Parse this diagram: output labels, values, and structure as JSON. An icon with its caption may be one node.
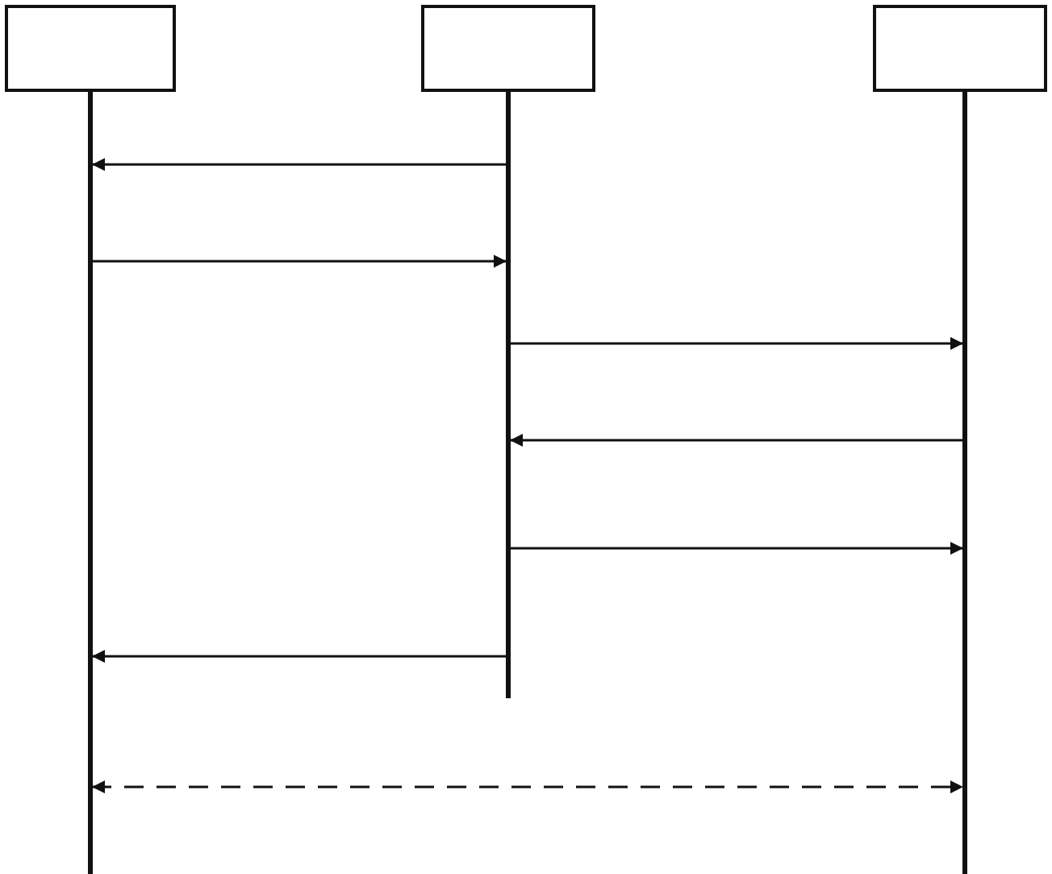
{
  "diagram": {
    "nodes": [
      {
        "text": [],
        "shape": "box"
      },
      {
        "text": [],
        "shape": "box"
      },
      {
        "text": [],
        "shape": "box"
      }
    ],
    "edges": [
      {
        "from": 1,
        "to": 0,
        "arrow": "to"
      },
      {
        "from": 0,
        "to": 1,
        "arrow": "to"
      },
      {
        "from": 1,
        "to": 2,
        "arrow": "to"
      },
      {
        "from": 2,
        "to": 1,
        "arrow": "to"
      },
      {
        "from": 1,
        "to": 2,
        "arrow": "to"
      },
      {
        "from": 1,
        "to": 0,
        "arrow": "to"
      },
      {
        "from": 0,
        "to": 2,
        "arrow": "both",
        "style": "dashed"
      }
    ]
  }
}
